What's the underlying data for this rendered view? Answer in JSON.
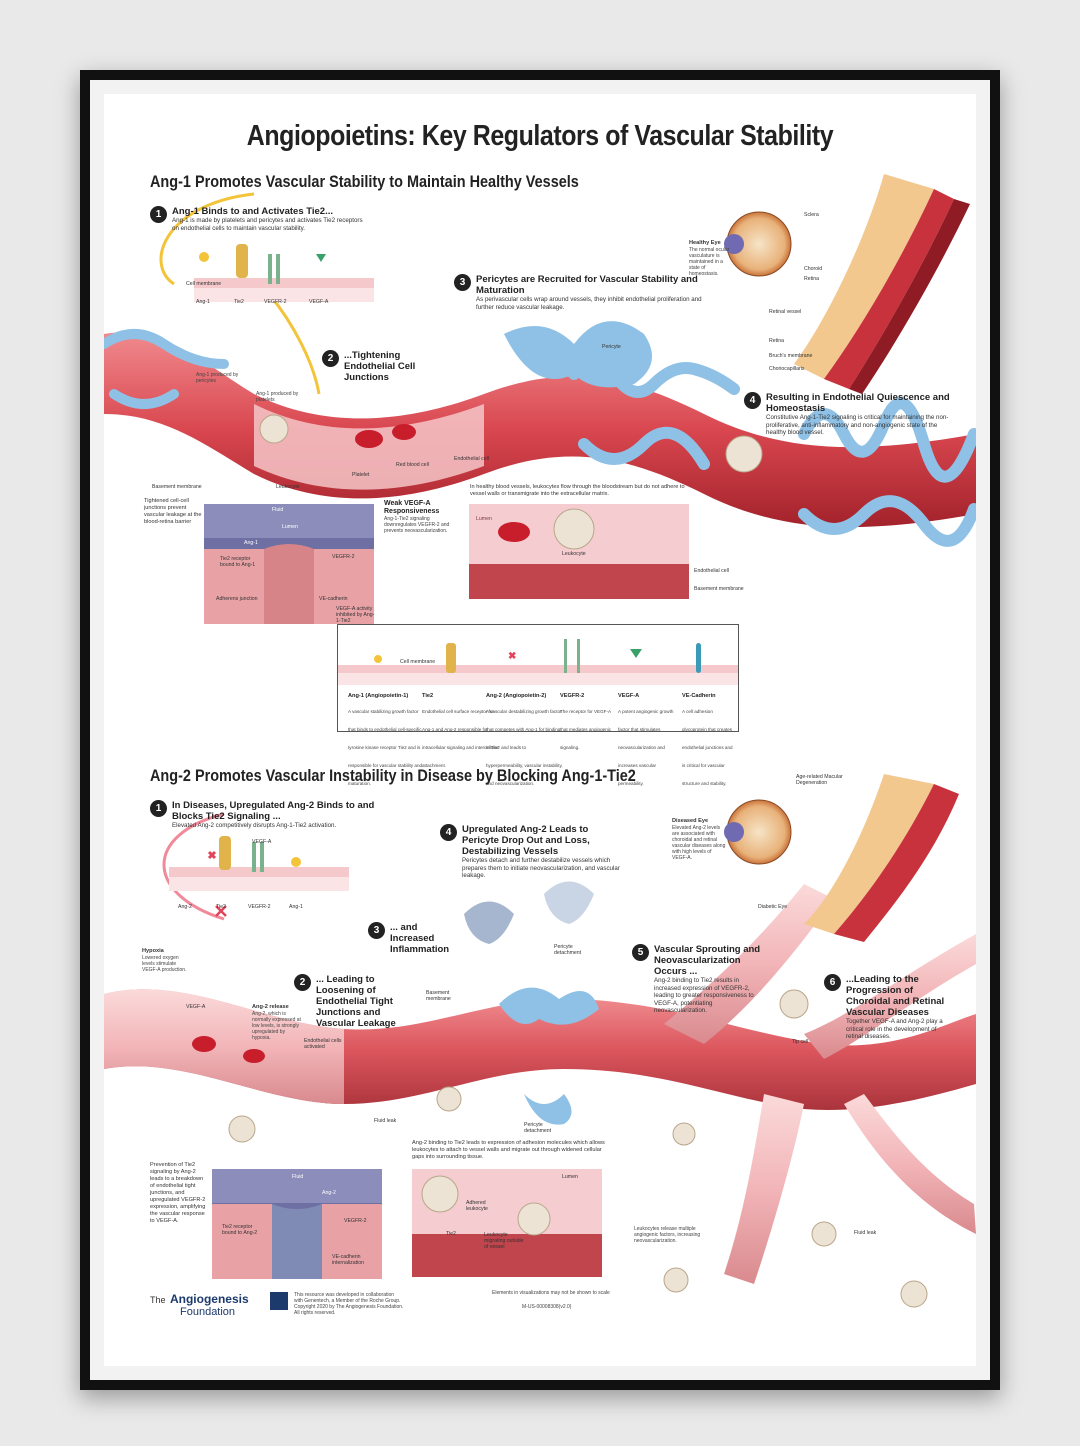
{
  "title": "Angiopoietins: Key Regulators of Vascular Stability",
  "section1": {
    "heading": "Ang-1 Promotes Vascular Stability to Maintain Healthy Vessels",
    "steps": [
      {
        "num": "1",
        "title": "Ang-1 Binds to and Activates Tie2...",
        "desc": "Ang-1 is made by platelets and pericytes and activates Tie2 receptors on endothelial cells to maintain vascular stability."
      },
      {
        "num": "2",
        "title": "...Tightening Endothelial Cell Junctions",
        "desc": ""
      },
      {
        "num": "3",
        "title": "Pericytes are Recruited for Vascular Stability and Maturation",
        "desc": "As perivascular cells wrap around vessels, they inhibit endothelial proliferation and further reduce vascular leakage."
      },
      {
        "num": "4",
        "title": "Resulting in Endothelial Quiescence and Homeostasis",
        "desc": "Constitutive Ang-1-Tie2 signaling is critical for maintaining the non-proliferative, anti-inflammatory and non-angiogenic state of the healthy blood vessel."
      }
    ],
    "receptor_labels": {
      "membrane": "Cell membrane",
      "ang1": "Ang-1",
      "tie2": "Tie2",
      "vegfr2": "VEGFR-2",
      "vegfa": "VEGF-A"
    },
    "vessel_labels": {
      "ang1_pericytes": "Ang-1 produced by pericytes",
      "ang1_platelets": "Ang-1 produced by platelets",
      "pericyte": "Pericyte",
      "platelet": "Platelet",
      "leukocyte": "Leukocyte",
      "red_blood_cell": "Red blood cell",
      "endothelial_cell": "Endothelial cell",
      "basement_membrane": "Basement membrane"
    },
    "eye": {
      "title": "Healthy Eye",
      "desc": "The normal ocular vasculature is maintained in a state of homeostasis.",
      "labels": [
        "Sclera",
        "Choroid",
        "Retina",
        "Retinal vessel",
        "Retina",
        "Bruch's membrane",
        "Choriocapillaris"
      ]
    },
    "inset_left": {
      "side_text": "Tightened cell-cell junctions prevent vascular leakage at the blood-retina barrier",
      "weak_title": "Weak VEGF-A Responsiveness",
      "weak_desc": "Ang-1-Tie2 signaling downregulates VEGFR-2 and prevents neovascularization.",
      "labels": {
        "fluid": "Fluid",
        "lumen": "Lumen",
        "ang1": "Ang-1",
        "tie2": "Tie2 receptor bound to Ang-1",
        "vegfr2": "VEGFR-2",
        "adherens": "Adherens junction",
        "vecad": "VE-cadherin",
        "vegfa": "VEGF-A activity inhibited by Ang-1-Tie2"
      }
    },
    "inset_right": {
      "caption": "In healthy blood vessels, leukocytes flow through the bloodstream but do not adhere to vessel walls or transmigrate into the extracellular matrix.",
      "labels": {
        "lumen": "Lumen",
        "leukocyte": "Leukocyte",
        "endothelial": "Endothelial cell",
        "basement": "Basement membrane"
      }
    }
  },
  "legend": {
    "membrane": "Cell membrane",
    "items": [
      {
        "name": "Ang-1 (Angiopoietin-1)",
        "desc": "A vascular stabilizing growth factor that binds to endothelial cell-specific tyrosine kinase receptor Tie2 and is responsible for vascular stability and maturation."
      },
      {
        "name": "Tie2",
        "desc": "Endothelial cell surface receptor for Ang-1 and Ang-2 responsible for intracellular signaling and intercellular attachment."
      },
      {
        "name": "Ang-2 (Angiopoietin-2)",
        "desc": "A vascular destabilizing growth factor that competes with Ang-1 for binding to Tie2 and leads to hyperpermeability, vascular instability, and neovascularization."
      },
      {
        "name": "VEGFR-2",
        "desc": "The receptor for VEGF-A that mediates angiogenic signaling."
      },
      {
        "name": "VEGF-A",
        "desc": "A potent angiogenic growth factor that stimulates neovascularization and increases vascular permeability."
      },
      {
        "name": "VE-Cadherin",
        "desc": "A cell adhesion glycoprotein that creates endothelial junctions and is critical for vascular structure and stability."
      }
    ]
  },
  "section2": {
    "heading": "Ang-2 Promotes Vascular Instability in Disease by Blocking Ang-1-Tie2",
    "steps": [
      {
        "num": "1",
        "title": "In Diseases, Upregulated Ang-2 Binds to and Blocks Tie2 Signaling ...",
        "desc": "Elevated Ang-2 competitively disrupts Ang-1-Tie2 activation."
      },
      {
        "num": "2",
        "title": "... Leading to Loosening of Endothelial Tight Junctions and Vascular Leakage",
        "desc": ""
      },
      {
        "num": "3",
        "title": "... and Increased Inflammation",
        "desc": ""
      },
      {
        "num": "4",
        "title": "Upregulated Ang-2 Leads to Pericyte Drop Out and Loss, Destabilizing Vessels",
        "desc": "Pericytes detach and further destabilize vessels which prepares them to initiate neovascularization, and vascular leakage."
      },
      {
        "num": "5",
        "title": "Vascular Sprouting and Neovascularization Occurs ...",
        "desc": "Ang-2 binding to Tie2 results in increased expression of VEGFR-2, leading to greater responsiveness to VEGF-A, potentiating neovascularization."
      },
      {
        "num": "6",
        "title": "...Leading to the Progression of Choroidal and Retinal Vascular Diseases",
        "desc": "Together VEGF-A and Ang-2 play a critical role in the development of retinal diseases."
      }
    ],
    "receptor_labels": {
      "vegfa": "VEGF-A",
      "ang2": "Ang-2",
      "tie2": "Tie2",
      "vegfr2": "VEGFR-2",
      "ang1": "Ang-1"
    },
    "labels": {
      "hypoxia": "Hypoxia",
      "hypoxia_desc": "Lowered oxygen levels stimulate VEGF-A production.",
      "vegfa": "VEGF-A",
      "ang2_release": "Ang-2 release",
      "ang2_release_desc": "Ang-2, which is normally expressed at low levels, is strongly upregulated by hypoxia.",
      "endothelial_activated": "Endothelial cells activated",
      "basement": "Basement membrane",
      "pericyte_detach": "Pericyte detachment",
      "pericyte_detach2": "Pericyte detachment",
      "fluid_leak": "Fluid leak",
      "tip_cell": "Tip cell",
      "fluid_leak2": "Fluid leak",
      "leukocyte_release": "Leukocytes release multiple angiogenic factors, increasing neovascularization."
    },
    "eye": {
      "title": "Diseased Eye",
      "desc": "Elevated Ang-2 levels are associated with choroidal and retinal vascular diseases along with high levels of VEGF-A.",
      "amd": "Age-related Macular Degeneration",
      "diabetic": "Diabetic Eye"
    },
    "inset_left": {
      "side_text": "Prevention of Tie2 signaling by Ang-2 leads to a breakdown of endothelial tight junctions, and upregulated VEGFR-2 expression, amplifying the vascular response to VEGF-A.",
      "labels": {
        "fluid": "Fluid",
        "ang2": "Ang-2",
        "tie2": "Tie2 receptor bound to Ang-2",
        "vegfr2": "VEGFR-2",
        "vecad": "VE-cadherin internalization"
      }
    },
    "inset_right": {
      "caption": "Ang-2 binding to Tie2 leads to expression of adhesion molecules which allows leukocytes to attach to vessel walls and migrate out through widened cellular gaps into surrounding tissue.",
      "labels": {
        "lumen": "Lumen",
        "adhered": "Adhered leukocyte",
        "tie2": "Tie2",
        "migrating": "Leukocyte migrating outside of vessel"
      }
    }
  },
  "footer": {
    "logo_the": "The",
    "logo_name": "Angiogenesis",
    "logo_sub": "Foundation",
    "credit": "This resource was developed in collaboration with Genentech, a Member of the Roche Group. Copyright 2020 by The Angiogenesis Foundation. All rights reserved.",
    "scale_note": "Elements in visualizations may not be shown to scale",
    "code": "M-US-00008308(v2.0)"
  },
  "colors": {
    "vessel_red": "#d9474f",
    "vessel_pink": "#f2b5b8",
    "pericyte_blue": "#8fc1e6",
    "ang1_yellow": "#f3c43a",
    "ang2_red": "#e0455a"
  }
}
